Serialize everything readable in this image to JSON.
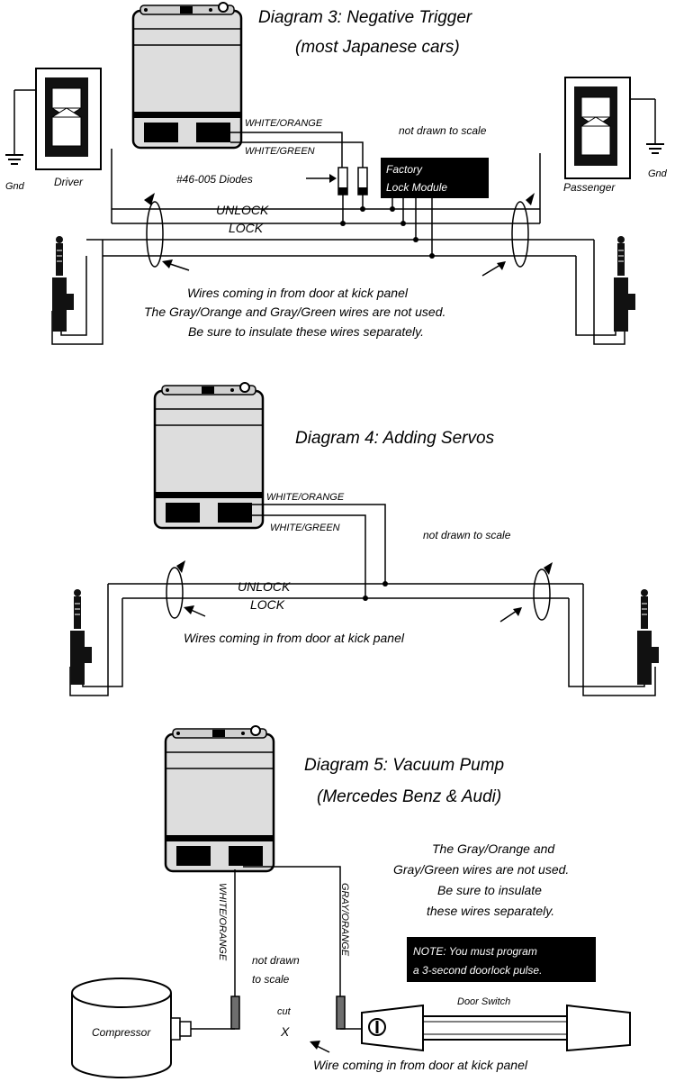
{
  "diagram3": {
    "title_line1": "Diagram 3: Negative Trigger",
    "title_line2": "(most Japanese cars)",
    "wire_white_orange": "WHITE/ORANGE",
    "wire_white_green": "WHITE/GREEN",
    "not_to_scale": "not drawn to scale",
    "diodes_label": "#46-005 Diodes",
    "module_line1": "Factory",
    "module_line2": "Lock Module",
    "unlock": "UNLOCK",
    "lock": "LOCK",
    "driver": "Driver",
    "passenger": "Passenger",
    "gnd_left": "Gnd",
    "gnd_right": "Gnd",
    "note_line1": "Wires coming in from door at kick panel",
    "note_line2": "The Gray/Orange and Gray/Green wires are not used.",
    "note_line3": "Be sure to insulate these wires separately."
  },
  "diagram4": {
    "title": "Diagram 4: Adding Servos",
    "wire_white_orange": "WHITE/ORANGE",
    "wire_white_green": "WHITE/GREEN",
    "not_to_scale": "not drawn to scale",
    "unlock": "UNLOCK",
    "lock": "LOCK",
    "note": "Wires coming in from door at kick panel"
  },
  "diagram5": {
    "title_line1": "Diagram 5: Vacuum Pump",
    "title_line2": "(Mercedes Benz & Audi)",
    "note_line1": "The Gray/Orange and",
    "note_line2": "Gray/Green wires are not used.",
    "note_line3": "Be sure to insulate",
    "note_line4": "these wires separately.",
    "program_line1": "NOTE: You must program",
    "program_line2": "a 3-second doorlock pulse.",
    "wire_white_orange": "WHITE/ORANGE",
    "wire_gray_orange": "GRAY/ORANGE",
    "not_to_scale_line1": "not drawn",
    "not_to_scale_line2": "to scale",
    "cut_label": "cut",
    "cut_mark": "X",
    "compressor": "Compressor",
    "door_switch": "Door Switch",
    "wire_note": "Wire coming in from door at kick panel"
  }
}
